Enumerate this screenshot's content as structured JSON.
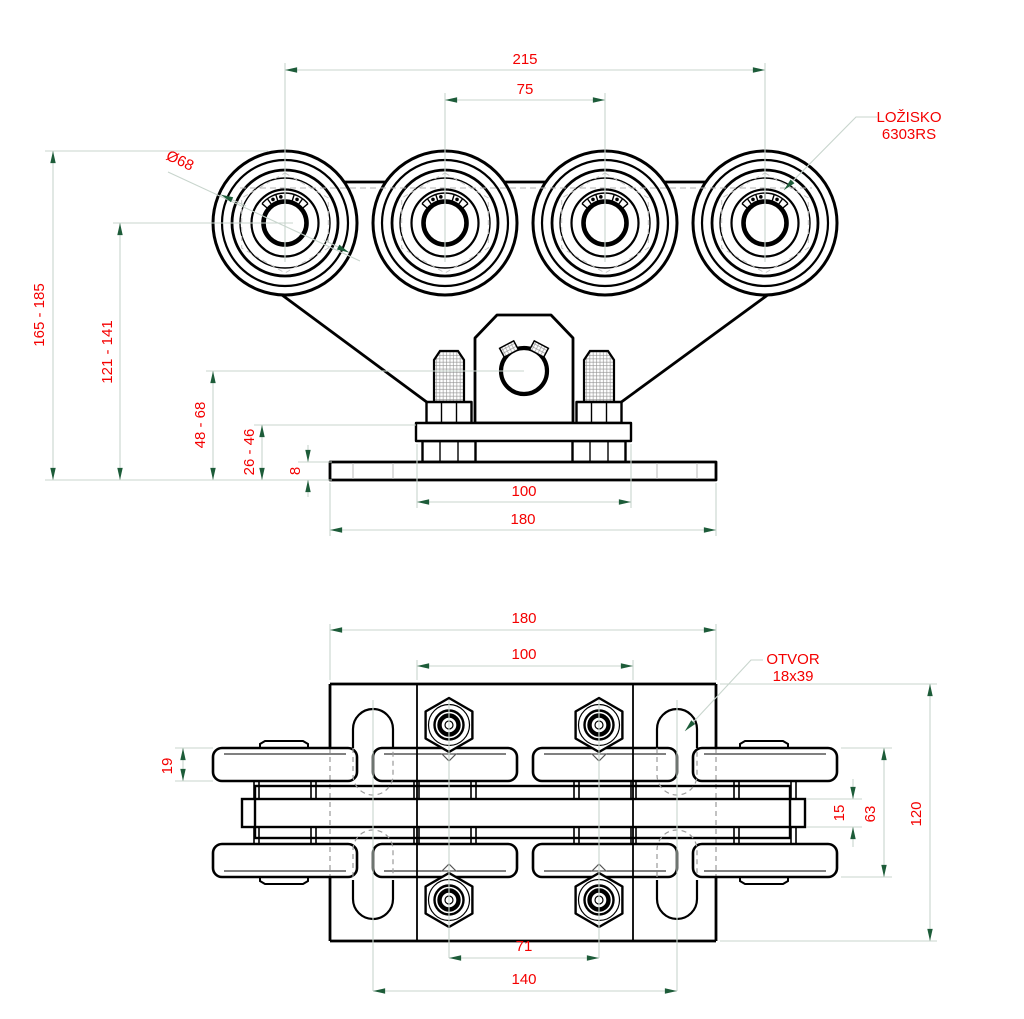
{
  "front_view": {
    "span_outer": "215",
    "span_inner": "75",
    "roller_diameter": "Ø68",
    "total_height": "165 - 185",
    "axle_height": "121 - 141",
    "pivot_height": "48 - 68",
    "mount_height": "26 - 46",
    "plate_thickness": "8",
    "inner_plate_width": "100",
    "base_plate_width": "180",
    "bearing_label_1": "LOŽISKO",
    "bearing_label_2": "6303RS"
  },
  "bottom_view": {
    "base_plate_width": "180",
    "inner_plate_width": "100",
    "slot_label_1": "OTVOR",
    "slot_label_2": "18x39",
    "roller_thickness": "19",
    "bar_thickness": "15",
    "roller_span": "63",
    "plate_depth": "120",
    "bolt_spacing": "71",
    "slot_spacing": "140"
  },
  "colors": {
    "line": "#000000",
    "dimension_line": "#c8d5cd",
    "arrow": "#1d5c39",
    "dimension_text": "#f40000",
    "hidden_line": "#b3b3b3"
  }
}
